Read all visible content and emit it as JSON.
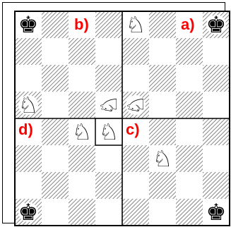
{
  "diagram": {
    "quadrant_labels": {
      "a": "a)",
      "b": "b)",
      "c": "c)",
      "d": "d)"
    },
    "pieces": [
      {
        "id": "black-king-top-left",
        "glyph": "♚",
        "color": "black",
        "file": 0,
        "rank": 0
      },
      {
        "id": "white-knight-top-a",
        "glyph": "♘",
        "color": "white",
        "file": 4,
        "rank": 0
      },
      {
        "id": "black-king-top-right",
        "glyph": "♚",
        "color": "black",
        "file": 7,
        "rank": 0
      },
      {
        "id": "white-knight-left",
        "glyph": "♘",
        "color": "white",
        "file": 0,
        "rank": 3
      },
      {
        "id": "white-knight-center-left",
        "glyph": "♘",
        "color": "white",
        "file": 3,
        "rank": 3,
        "rotated": true
      },
      {
        "id": "white-knight-center-right",
        "glyph": "♘",
        "color": "white",
        "file": 4,
        "rank": 3,
        "rotated": true
      },
      {
        "id": "white-knight-d",
        "glyph": "♘",
        "color": "white",
        "file": 2,
        "rank": 4
      },
      {
        "id": "white-knight-d-highlight",
        "glyph": "♘",
        "color": "white",
        "file": 3,
        "rank": 4,
        "highlight": true
      },
      {
        "id": "white-knight-c",
        "glyph": "♘",
        "color": "white",
        "file": 5,
        "rank": 5
      },
      {
        "id": "black-king-bottom-left",
        "glyph": "♚",
        "color": "black",
        "file": 0,
        "rank": 7
      },
      {
        "id": "black-king-bottom-right",
        "glyph": "♚",
        "color": "black",
        "file": 7,
        "rank": 7
      }
    ]
  }
}
